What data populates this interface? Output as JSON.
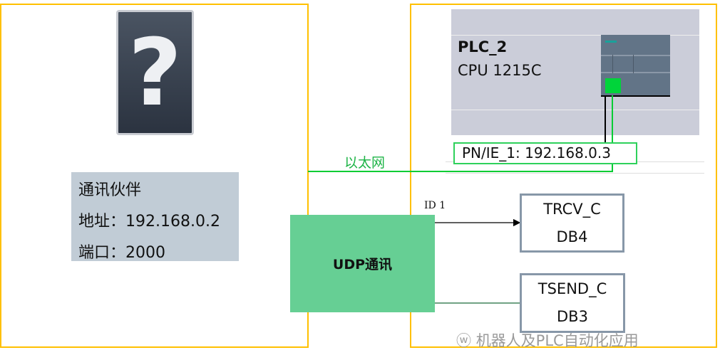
{
  "partner": {
    "icon": "question-mark-icon",
    "title": "通讯伙伴",
    "address": "地址：192.168.0.2",
    "port": "端口：2000"
  },
  "udp_label": "UDP通讯",
  "network_label": "以太网",
  "plc": {
    "name": "PLC_2",
    "cpu": "CPU 1215C",
    "interface": "PN/IE_1:  192.168.0.3"
  },
  "connection_id": "ID 1",
  "blocks": [
    {
      "name": "TRCV_C",
      "db": "DB4"
    },
    {
      "name": "TSEND_C",
      "db": "DB3"
    }
  ],
  "watermark": "机器人及PLC自动化应用",
  "colors": {
    "frame": "#ffc000",
    "ethernet": "#1db446",
    "udp": "#66cf94",
    "info_bg": "#c1ccd6"
  }
}
